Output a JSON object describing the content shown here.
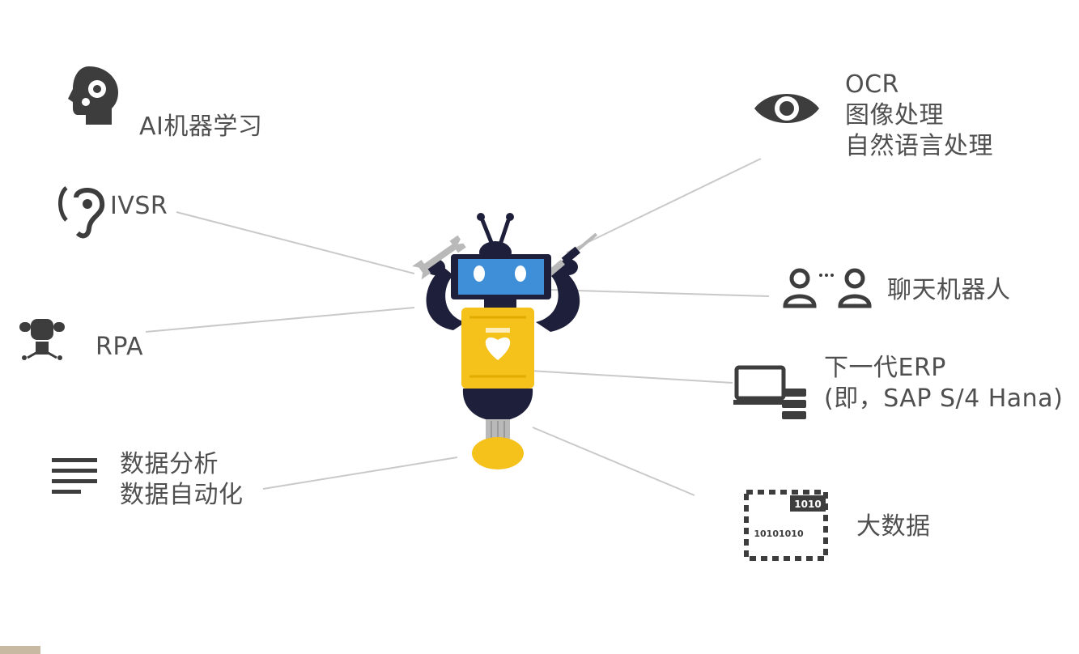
{
  "colors": {
    "icon": "#3d3d3d",
    "connector": "#c9c9c9",
    "text": "#4f4f4f",
    "robot_body": "#f5c21b",
    "robot_dark": "#1e1f3a",
    "robot_screen": "#3e8fd8",
    "robot_gray": "#b9b9b9"
  },
  "nodes": [
    {
      "id": "ai",
      "icon": "head-gear-icon",
      "lines": [
        "AI机器学习"
      ]
    },
    {
      "id": "ivsr",
      "icon": "ear-icon",
      "lines": [
        "IVSR"
      ]
    },
    {
      "id": "rpa",
      "icon": "robot-bot-icon",
      "lines": [
        "RPA"
      ]
    },
    {
      "id": "analytics",
      "icon": "text-lines-icon",
      "lines": [
        "数据分析",
        "数据自动化"
      ]
    },
    {
      "id": "ocr",
      "icon": "eye-icon",
      "lines": [
        "OCR",
        "图像处理",
        "自然语言处理"
      ]
    },
    {
      "id": "chatbot",
      "icon": "users-chat-icon",
      "lines": [
        "聊天机器人"
      ]
    },
    {
      "id": "erp",
      "icon": "computer-server-icon",
      "lines": [
        "下一代ERP",
        "(即，SAP S/4 Hana)"
      ]
    },
    {
      "id": "bigdata",
      "icon": "binary-chip-icon",
      "lines": [
        "大数据"
      ],
      "chip_top": "1010",
      "chip_bottom": "10101010"
    }
  ]
}
